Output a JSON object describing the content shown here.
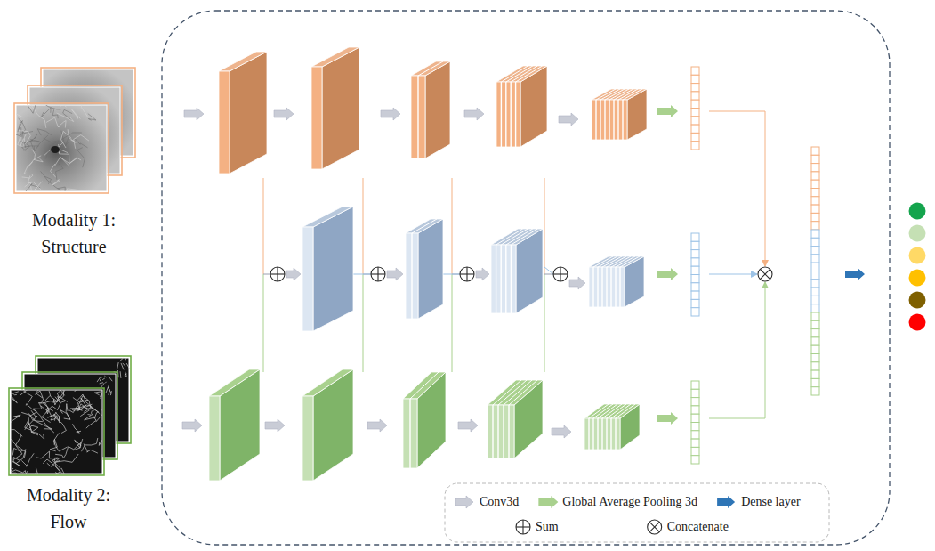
{
  "diagram": {
    "nodes": [
      {
        "text": [
          "Modality 1: Structure"
        ]
      },
      {
        "text": [
          "Modality 2: Flow"
        ]
      }
    ],
    "legend": [
      {
        "text": "Conv3d"
      },
      {
        "text": "Global Average Pooling 3d"
      },
      {
        "text": "Dense layer"
      },
      {
        "text": "Sum"
      },
      {
        "text": "Concatenate"
      }
    ]
  }
}
